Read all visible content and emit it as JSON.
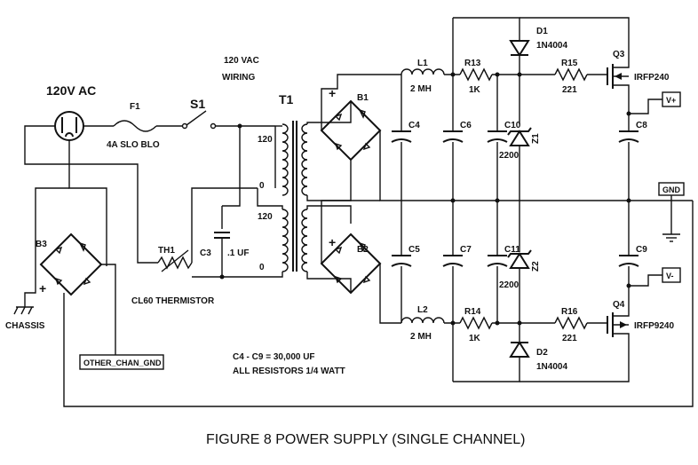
{
  "caption": "FIGURE 8  POWER SUPPLY (SINGLE CHANNEL)",
  "source": {
    "label": "120V AC"
  },
  "wiring_note": [
    "120 VAC",
    "WIRING"
  ],
  "fuse": {
    "ref": "F1",
    "value": "4A SLO BLO"
  },
  "switch": {
    "ref": "S1"
  },
  "transformer": {
    "ref": "T1",
    "top_taps": [
      "120",
      "0"
    ],
    "bottom_taps": [
      "120",
      "0"
    ]
  },
  "thermistor": {
    "ref": "TH1",
    "value": "CL60 THERMISTOR"
  },
  "c3": {
    "ref": "C3",
    "value": ".1 UF"
  },
  "bridges": {
    "b1": "B1",
    "b2": "B2",
    "b3": "B3"
  },
  "plus": "+",
  "chassis_label": "CHASSIS",
  "other_gnd_label": "OTHER_CHAN_GND",
  "inductors": {
    "l1": {
      "ref": "L1",
      "value": "2 MH"
    },
    "l2": {
      "ref": "L2",
      "value": "2 MH"
    }
  },
  "resistors": {
    "r13": {
      "ref": "R13",
      "value": "1K"
    },
    "r14": {
      "ref": "R14",
      "value": "1K"
    },
    "r15": {
      "ref": "R15",
      "value": "221"
    },
    "r16": {
      "ref": "R16",
      "value": "221"
    }
  },
  "capacitors": {
    "c4": "C4",
    "c5": "C5",
    "c6": "C6",
    "c7": "C7",
    "c8": "C8",
    "c9": "C9",
    "c10": "C10",
    "c11": "C11",
    "c10_value": "2200",
    "c11_value": "2200"
  },
  "zeners": {
    "z1": "Z1",
    "z2": "Z2"
  },
  "diodes": {
    "d1": {
      "ref": "D1",
      "value": "1N4004"
    },
    "d2": {
      "ref": "D2",
      "value": "1N4004"
    }
  },
  "transistors": {
    "q3": {
      "ref": "Q3",
      "value": "IRFP240"
    },
    "q4": {
      "ref": "Q4",
      "value": "IRFP9240"
    }
  },
  "terminals": {
    "vplus": "V+",
    "vminus": "V-",
    "gnd": "GND"
  },
  "notes": [
    "C4 - C9 = 30,000 UF",
    "ALL RESISTORS 1/4 WATT"
  ]
}
